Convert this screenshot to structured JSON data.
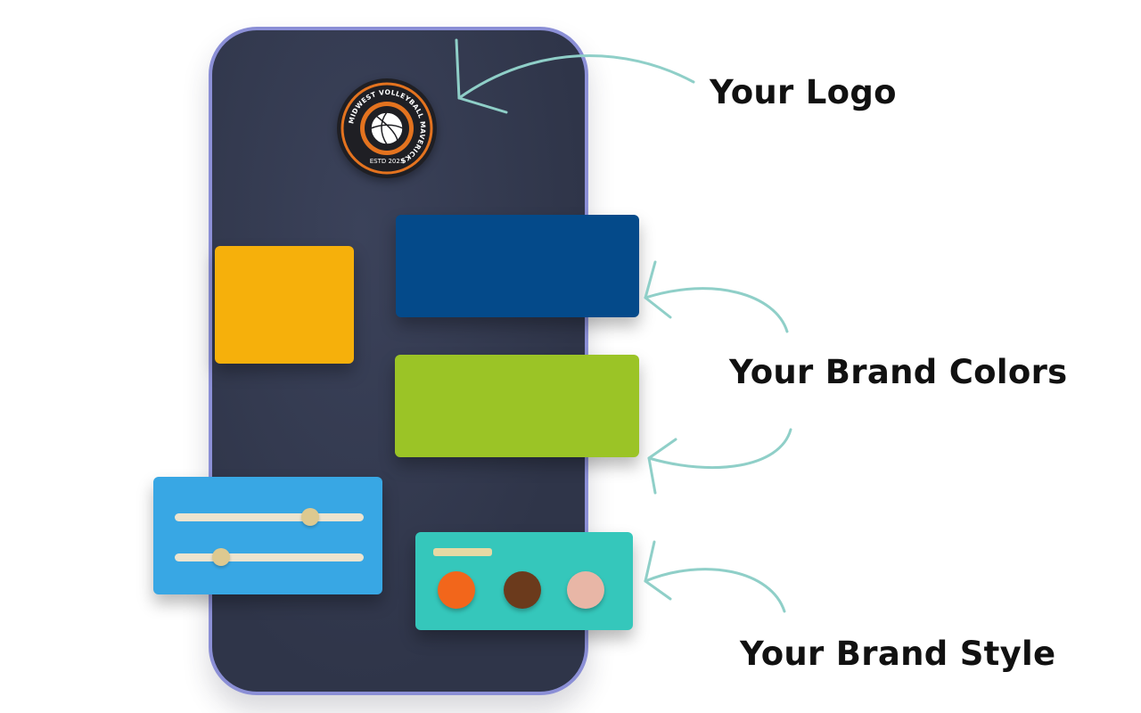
{
  "logo": {
    "ring_text": "MIDWEST VOLLEYBALL MAVERICKS",
    "established": "ESTD 2023",
    "icon": "volleyball-icon",
    "colors": {
      "ring": "#e4731f",
      "inner": "#1f1f24",
      "center": "#ffffff"
    }
  },
  "labels": {
    "logo": "Your Logo",
    "colors": "Your Brand Colors",
    "style": "Your Brand Style"
  },
  "brand_colors": [
    "#f6b00b",
    "#044a8a",
    "#9bc426"
  ],
  "style_swatches": [
    "#f2661b",
    "#6b3a1c",
    "#e8b6a6"
  ],
  "accent_colors": {
    "phone": "#333a4f",
    "phone_border": "#8b8fd6",
    "arrow": "#8fcfc8",
    "slider_card": "#38a7e4",
    "style_card": "#35c7bb"
  }
}
